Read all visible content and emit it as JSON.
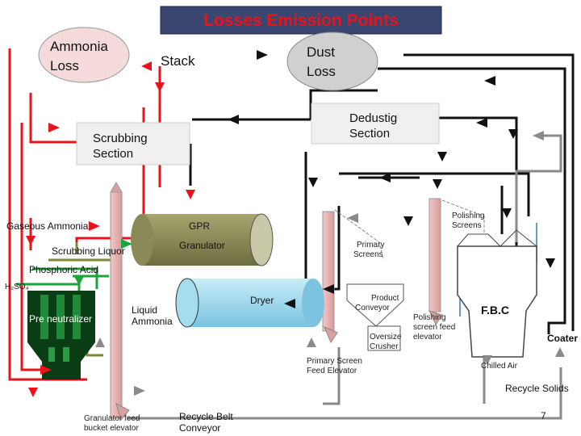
{
  "title": "Losses Emission Points",
  "colors": {
    "red_line": "#e8141a",
    "black_line": "#111111",
    "green_line": "#1aa53a",
    "olive_line": "#7b8a3a",
    "blue_line": "#6a9ac8",
    "gray_line": "#8a8a8a",
    "elevator": "#e8b0b0",
    "granulator": "#8a8a58",
    "dryer": "#a6dcef",
    "ellipse_pink": "#f4dada",
    "ellipse_gray": "#d0d0d0",
    "box_fill": "#f0f0f0"
  },
  "labels": {
    "ammonia_loss": [
      "Ammonia",
      "Loss"
    ],
    "stack": "Stack",
    "dust_loss": [
      "Dust",
      "Loss"
    ],
    "dedusting_section": [
      "Dedustig",
      "Section"
    ],
    "scrubbing_section": [
      "Scrubbing",
      "Section"
    ],
    "gaseous_ammonia": "Gaseous Ammonia",
    "gpr": "GPR",
    "granulator": "Granulator",
    "scrubbing_liquor": "Scrubbing Liquor",
    "phosphoric_acid": "Phosphoric Acid",
    "h2so4": "H₂SO₄",
    "pre_neutralizer": "Pre neutralizer",
    "liquid_ammonia": [
      "Liquid",
      "Ammonia"
    ],
    "dryer": "Dryer",
    "polishing_screens": [
      "Polishing",
      "Screens"
    ],
    "primary_screens": [
      "Primary",
      "Screens"
    ],
    "product_conveyor": [
      "Product",
      "Conveyor"
    ],
    "oversize_crusher": [
      "Oversize",
      "Crusher"
    ],
    "primary_screen_feed_elevator": [
      "Primary Screen",
      "Feed Elevator"
    ],
    "polishing_screen_feed_elevator": [
      "Polishing",
      "screen feed",
      "elevator"
    ],
    "fbc": "F.B.C",
    "coater": "Coater",
    "chilled_air": "Chilled Air",
    "recycle_solids": "Recycle Solids",
    "granulator_feed_bucket_elevator": [
      "Granulator feed",
      "bucket elevator"
    ],
    "recycle_belt_conveyor": [
      "Recycle Belt",
      "Conveyor"
    ],
    "page_number": "7"
  }
}
